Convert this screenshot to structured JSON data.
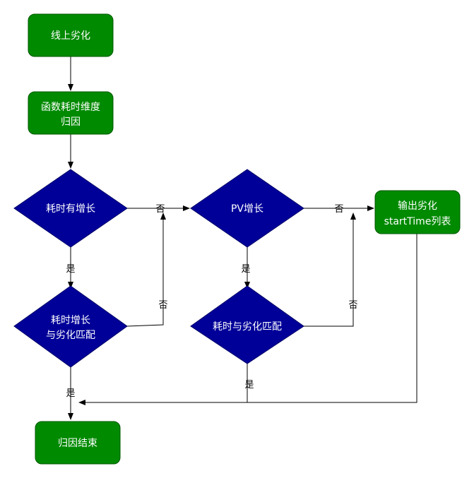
{
  "colors": {
    "process_fill": "#008a00",
    "process_stroke": "#005700",
    "decision_fill": "#000099",
    "decision_stroke": "#000066",
    "edge": "#000000"
  },
  "nodes": {
    "online_degradation": {
      "line1": "线上劣化"
    },
    "function_time_attribution": {
      "line1": "函数耗时维度",
      "line2": "归因"
    },
    "time_increase_check": {
      "line1": "耗时有增长"
    },
    "time_increase_match": {
      "line1": "耗时增长",
      "line2": "与劣化匹配"
    },
    "pv_increase_check": {
      "line1": "PV增长"
    },
    "time_match_check": {
      "line1": "耗时与劣化匹配"
    },
    "output_start_time": {
      "line1": "输出劣化",
      "line2": "startTime列表"
    },
    "attribution_end": {
      "line1": "归因结束"
    }
  },
  "edge_labels": {
    "yes": "是",
    "no": "否"
  }
}
